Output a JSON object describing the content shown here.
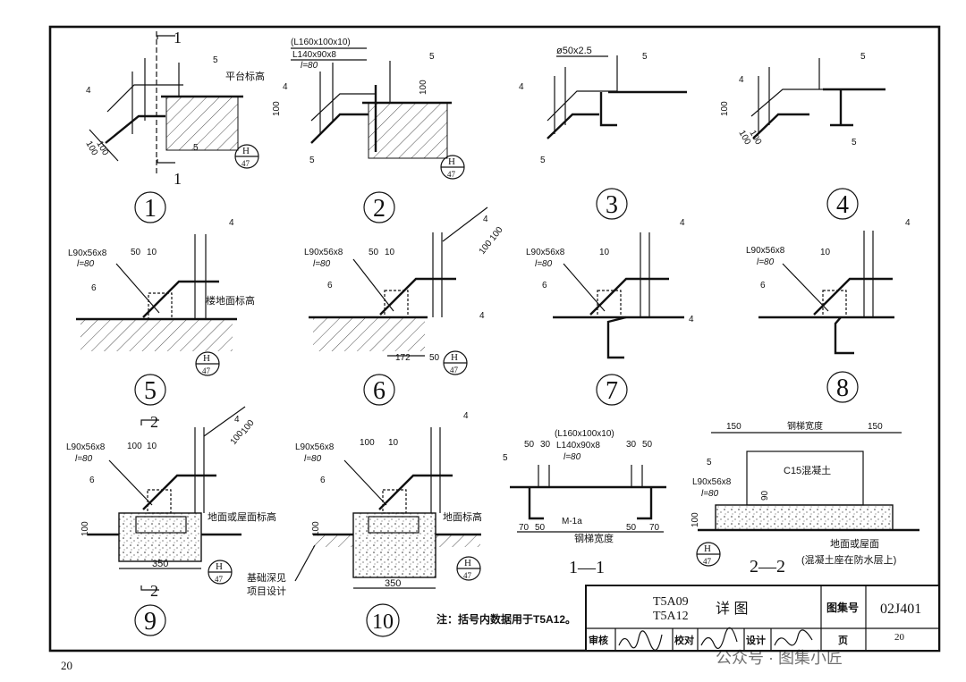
{
  "page_number_top": "20",
  "page_number_bottom": "20",
  "details": [
    {
      "id": "1",
      "labels": [
        "平台标高",
        "5",
        "4",
        "100",
        "100",
        "5"
      ],
      "ref_top": "H",
      "ref_bottom": "47",
      "section_mark_top": "1",
      "section_mark_bottom": "1"
    },
    {
      "id": "2",
      "labels": [
        "(L160x100x10)",
        "L140x90x8",
        "l=80",
        "5",
        "4",
        "100",
        "100",
        "5"
      ],
      "ref_top": "H",
      "ref_bottom": "47"
    },
    {
      "id": "3",
      "labels": [
        "ø50x2.5",
        "5",
        "4",
        "5"
      ]
    },
    {
      "id": "4",
      "labels": [
        "5",
        "4",
        "100",
        "100",
        "100",
        "5"
      ]
    },
    {
      "id": "5",
      "labels": [
        "L90x56x8",
        "l=80",
        "50",
        "10",
        "6",
        "4",
        "楼地面标高"
      ],
      "ref_top": "H",
      "ref_bottom": "47"
    },
    {
      "id": "6",
      "labels": [
        "L90x56x8",
        "l=80",
        "50",
        "10",
        "6",
        "4",
        "4",
        "100",
        "100",
        "172",
        "50"
      ],
      "ref_top": "H",
      "ref_bottom": "47"
    },
    {
      "id": "7",
      "labels": [
        "L90x56x8",
        "l=80",
        "10",
        "6",
        "4",
        "4"
      ]
    },
    {
      "id": "8",
      "labels": [
        "L90x56x8",
        "l=80",
        "10",
        "6",
        "4"
      ]
    },
    {
      "id": "9",
      "labels": [
        "L90x56x8",
        "l=80",
        "100",
        "10",
        "6",
        "4",
        "100",
        "100",
        "100",
        "350",
        "地面或屋面标高",
        "基础深见",
        "项目设计"
      ],
      "ref_top": "H",
      "ref_bottom": "47",
      "section_mark_top": "2",
      "section_mark_bottom": "2"
    },
    {
      "id": "10",
      "labels": [
        "L90x56x8",
        "l=80",
        "100",
        "10",
        "6",
        "4",
        "100",
        "350",
        "地面标高"
      ],
      "ref_top": "H",
      "ref_bottom": "47"
    }
  ],
  "section_1": {
    "title": "1—1",
    "labels": [
      "(L160x100x10)",
      "L140x90x8",
      "l=80",
      "50",
      "30",
      "30",
      "50",
      "5",
      "M-1a",
      "70",
      "50",
      "50",
      "70",
      "钢梯宽度"
    ]
  },
  "section_2": {
    "title": "2—2",
    "labels": [
      "150",
      "钢梯宽度",
      "150",
      "C15混凝土",
      "5",
      "L90x56x8",
      "l=80",
      "90",
      "100",
      "地面或屋面",
      "(混凝土座在防水层上)"
    ],
    "ref_top": "H",
    "ref_bottom": "47"
  },
  "note": "注：括号内数据用于T5A12。",
  "title_block": {
    "codes": [
      "T5A09",
      "T5A12"
    ],
    "title": "详 图",
    "atlas_label": "图集号",
    "atlas_no": "02J401",
    "review_label": "审核",
    "check_label": "校对",
    "design_label": "设计",
    "page_label": "页",
    "page_no": "20"
  },
  "watermark": "公众号 · 图集小匠"
}
